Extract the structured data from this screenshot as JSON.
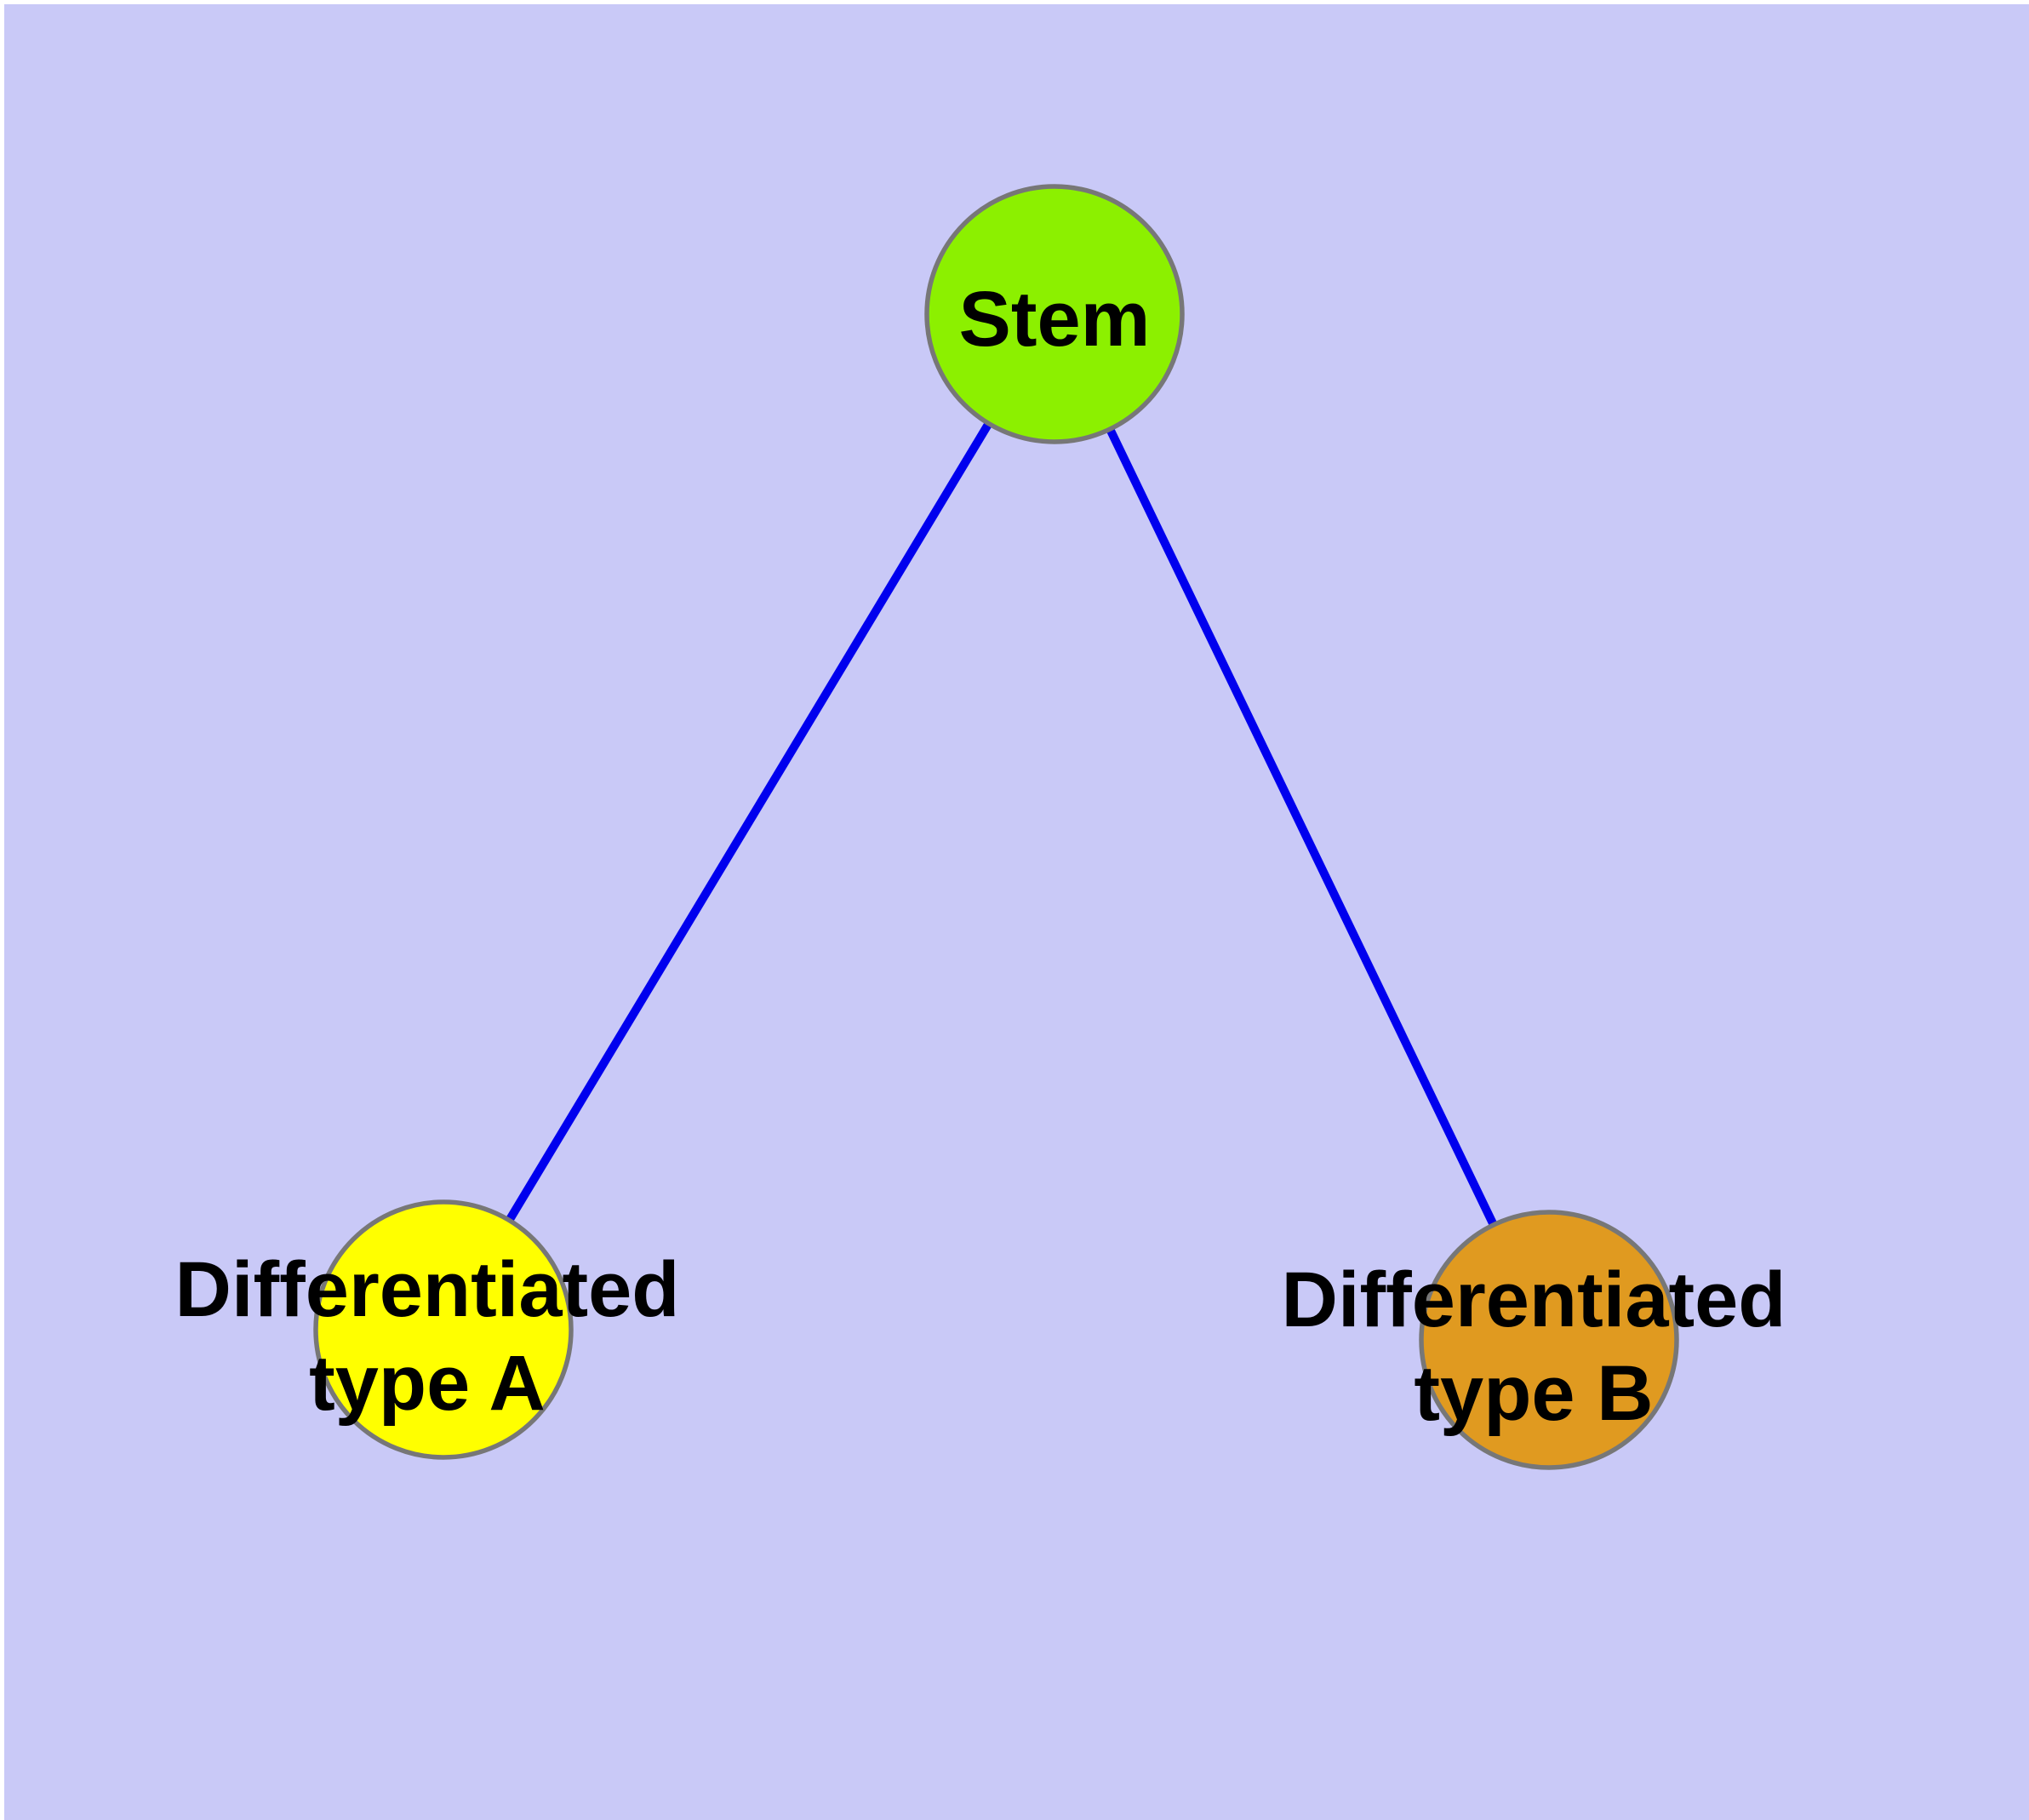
{
  "colors": {
    "background": "#C9C9F7",
    "frame": "#FFFFFF",
    "edge": "#0000EE",
    "node_border": "#777777",
    "label_text": "#000000"
  },
  "nodes": {
    "stem": {
      "label": "Stem",
      "fill": "#8CF000"
    },
    "type_a": {
      "label_line1": "Differentiated",
      "label_line2": "type A",
      "fill": "#FFFF00"
    },
    "type_b": {
      "label_line1": "Differentiated",
      "label_line2": "type B",
      "fill": "#E09A20"
    }
  },
  "edges": [
    {
      "from": "Stem",
      "to": "Differentiated type A"
    },
    {
      "from": "Stem",
      "to": "Differentiated type B"
    }
  ]
}
